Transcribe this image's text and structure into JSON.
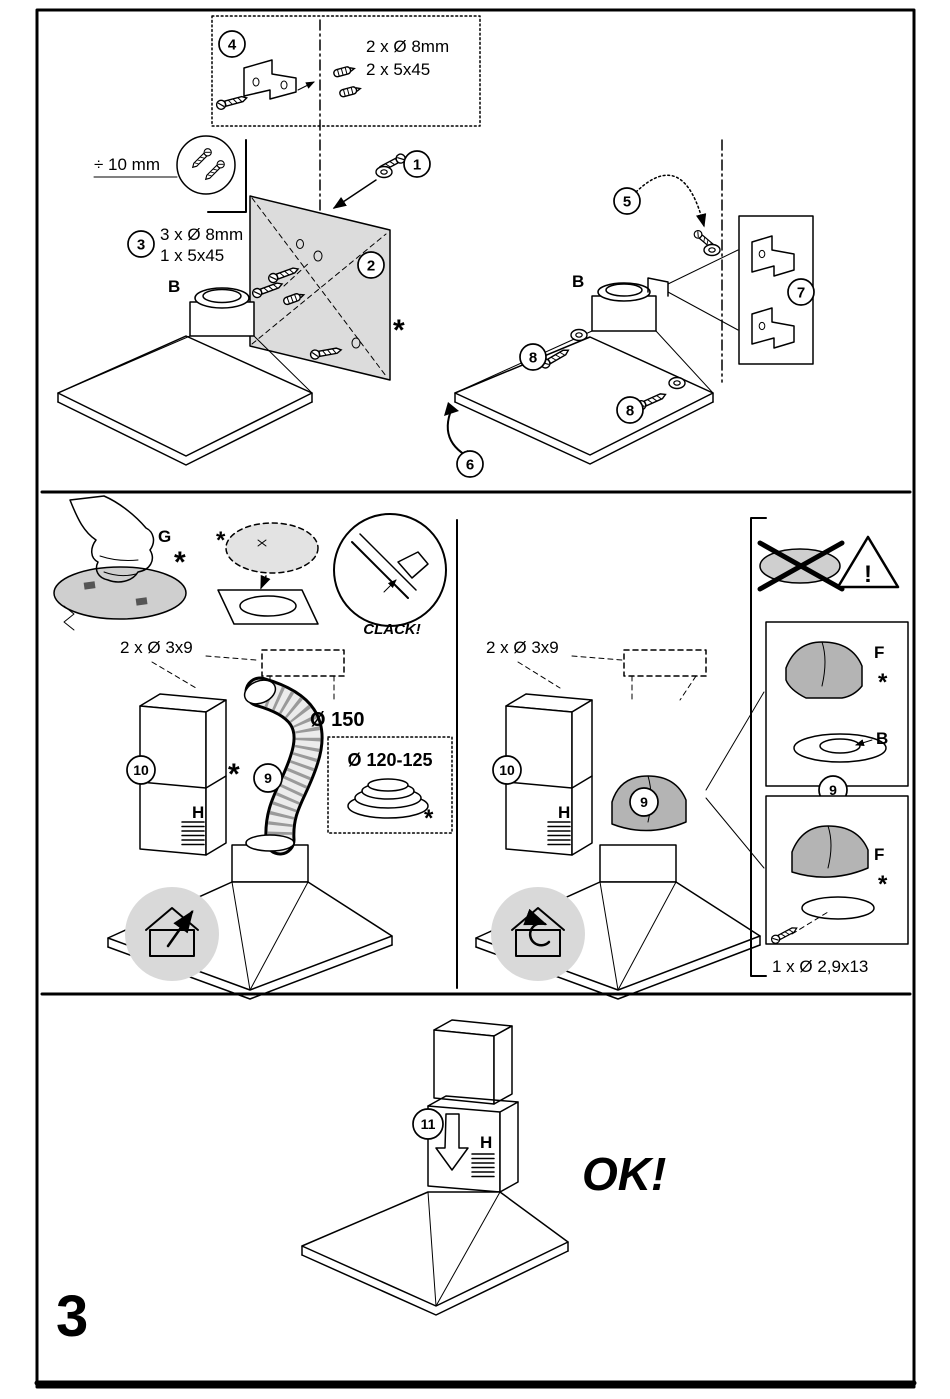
{
  "colors": {
    "panel_gray": "#dcdcdc",
    "gasket_gray": "#cfcfcf",
    "mode_circle_gray": "#d9d9d9",
    "part_gray": "#b4b4b4",
    "duct_gray": "#ececec"
  },
  "steps": {
    "s1": "1",
    "s2": "2",
    "s3": "3",
    "s4": "4",
    "s5": "5",
    "s6": "6",
    "s7": "7",
    "s8": "8",
    "s9": "9",
    "s10": "10",
    "s11": "11"
  },
  "top": {
    "step4_line1": "2 x Ø 8mm",
    "step4_line2": "2 x 5x45",
    "depth_note": "÷ 10 mm",
    "step3_line1": "3 x Ø 8mm",
    "step3_line2": "1 x 5x45",
    "hood_collar_left": "B",
    "hood_collar_right": "B",
    "panel_asterisk": "*"
  },
  "mid": {
    "gasket_letter": "G",
    "gasket_asterisk": "*",
    "placement_asterisk": "*",
    "clack": "CLACK!",
    "screws_left": "2 x Ø 3x9",
    "screws_right": "2 x Ø 3x9",
    "duct_diameter": "Ø 150",
    "reducer_range": "Ø 120-125",
    "reducer_asterisk": "*",
    "chimney_asterisk": "*",
    "chimney_letter_left": "H",
    "chimney_letter_right": "H",
    "warning_mark": "!",
    "filter_letter_top": "F",
    "filter_asterisk_top": "*",
    "collar_letter": "B",
    "filter_letter_bottom": "F",
    "filter_asterisk_bottom": "*",
    "screw_note": "1 x Ø 2,9x13"
  },
  "bottom": {
    "chimney_letter": "H",
    "ok": "OK!",
    "page_number": "3"
  }
}
